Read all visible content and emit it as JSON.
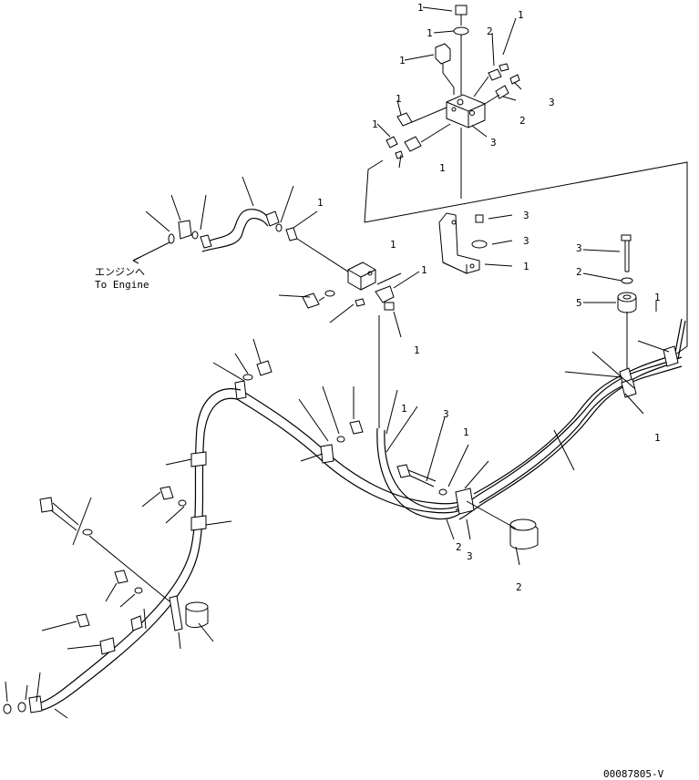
{
  "caption": {
    "engine_jp": "エンジンへ",
    "engine_en": "To Engine"
  },
  "drawing_number": "00087805-V"
}
